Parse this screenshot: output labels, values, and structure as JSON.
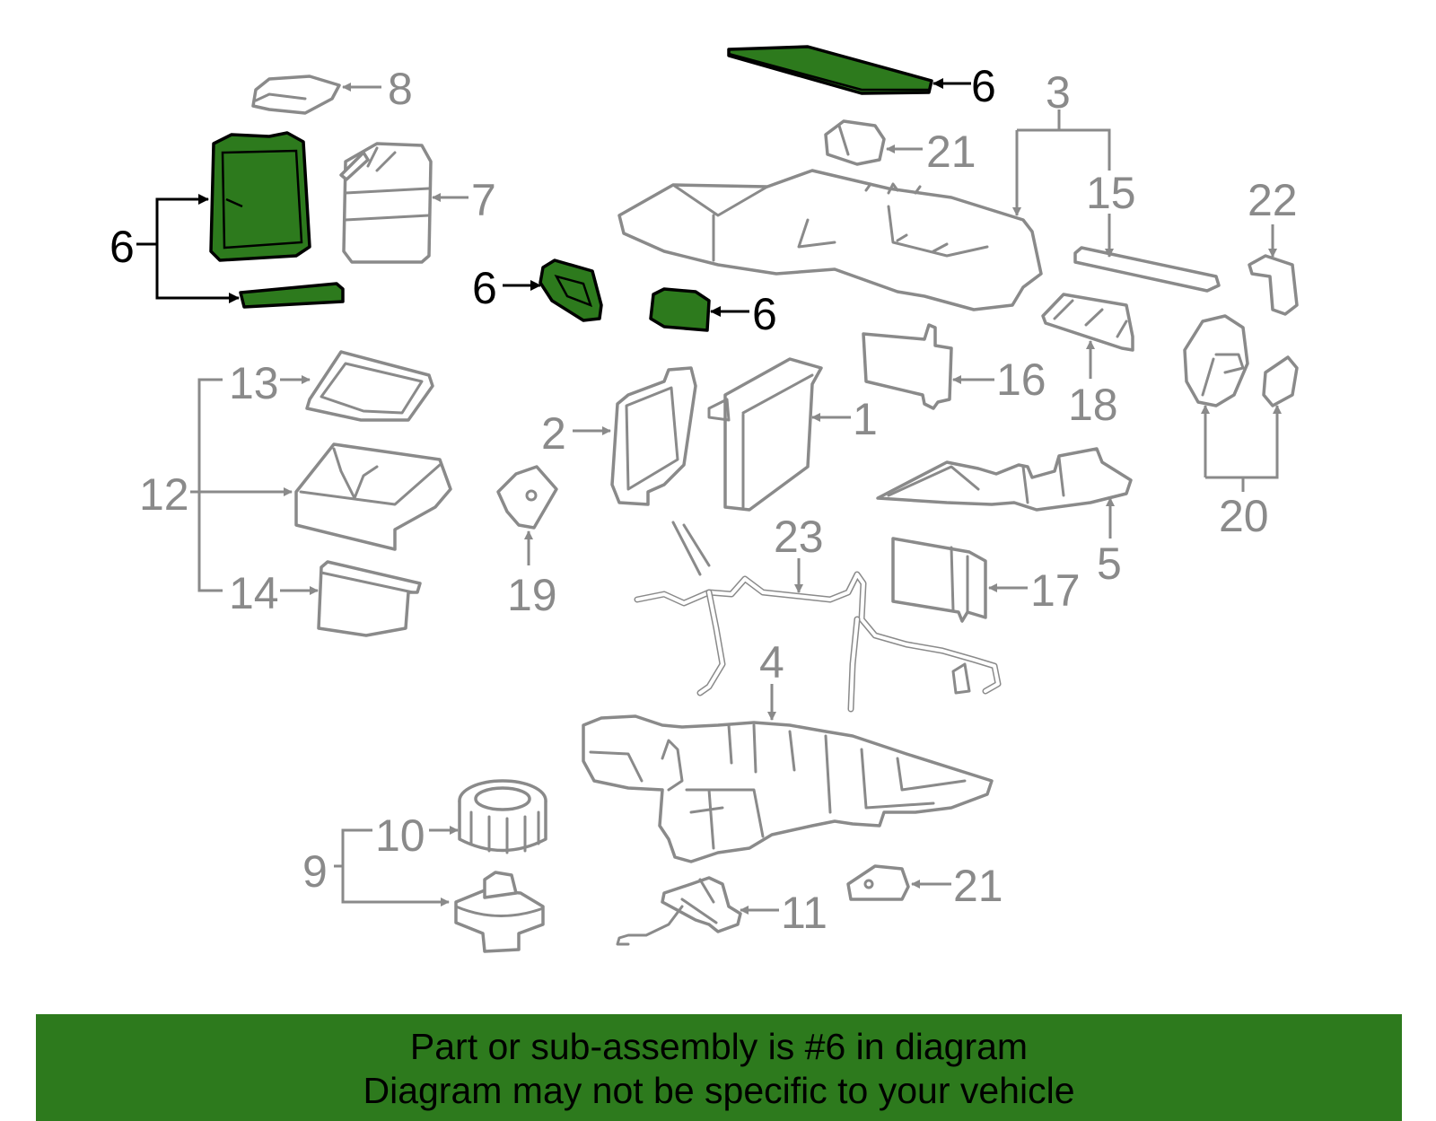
{
  "diagram": {
    "labels": {
      "l1": "1",
      "l2": "2",
      "l3": "3",
      "l4": "4",
      "l5": "5",
      "l6": "6",
      "l7": "7",
      "l8": "8",
      "l9": "9",
      "l10": "10",
      "l11": "11",
      "l12": "12",
      "l13": "13",
      "l14": "14",
      "l15": "15",
      "l16": "16",
      "l17": "17",
      "l18": "18",
      "l19": "19",
      "l20": "20",
      "l21": "21",
      "l22": "22",
      "l23": "23"
    },
    "colors": {
      "highlight": "#2d7a1d",
      "part_stroke": "#8a8a8a",
      "label_highlight": "#000000"
    },
    "highlighted_part": "6"
  },
  "banner": {
    "line1": "Part or sub-assembly is #6 in diagram",
    "line2": "Diagram may not be specific to your vehicle"
  }
}
